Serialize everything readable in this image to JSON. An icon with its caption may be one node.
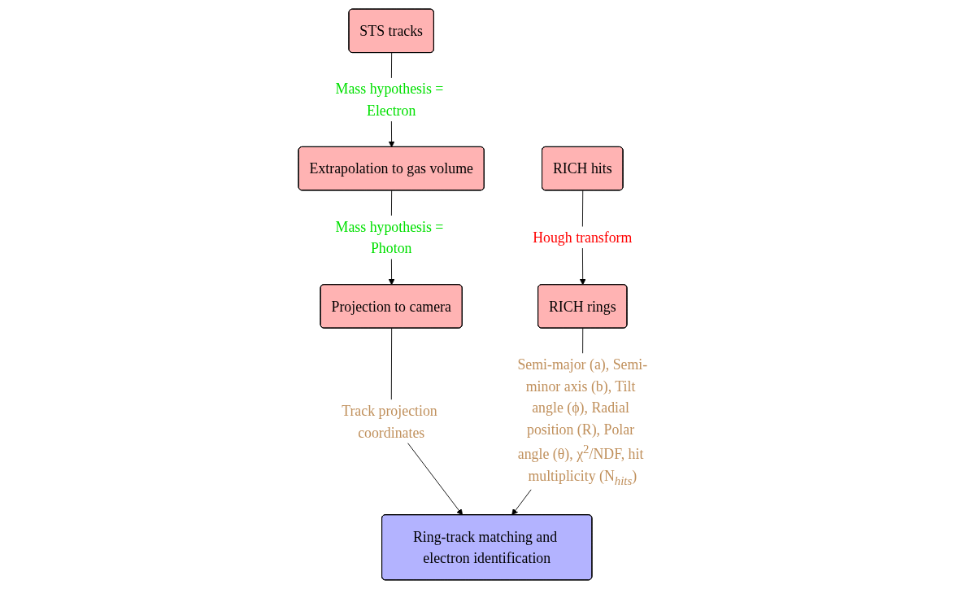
{
  "diagram": {
    "nodes": [
      {
        "text": [
          "STS tracks"
        ]
      },
      {
        "text": [
          "Extrapolation to gas volume"
        ]
      },
      {
        "text": [
          "Projection to camera"
        ]
      },
      {
        "text": [
          "RICH hits"
        ]
      },
      {
        "text": [
          "RICH rings"
        ]
      },
      {
        "text": [
          "Ring-track matching and electron identification"
        ]
      }
    ],
    "edges": [
      {
        "from": 0,
        "to": 1,
        "arrow": "to",
        "label": "Mass hypothesis = Electron"
      },
      {
        "from": 1,
        "to": 2,
        "arrow": "to",
        "label": "Mass hypothesis = Photon"
      },
      {
        "from": 3,
        "to": 4,
        "arrow": "to",
        "label": "Hough transform"
      },
      {
        "from": 2,
        "to": 5,
        "arrow": "to",
        "label": "Track projection coordinates"
      },
      {
        "from": 4,
        "to": 5,
        "arrow": "to",
        "label": "Semi-major (a), Semi-minor axis (b), Tilt angle (ϕ), Radial position (R), Polar angle (θ), χ$^{2}$/NDF, hit multiplicity (N$_{hits}$)"
      }
    ]
  }
}
